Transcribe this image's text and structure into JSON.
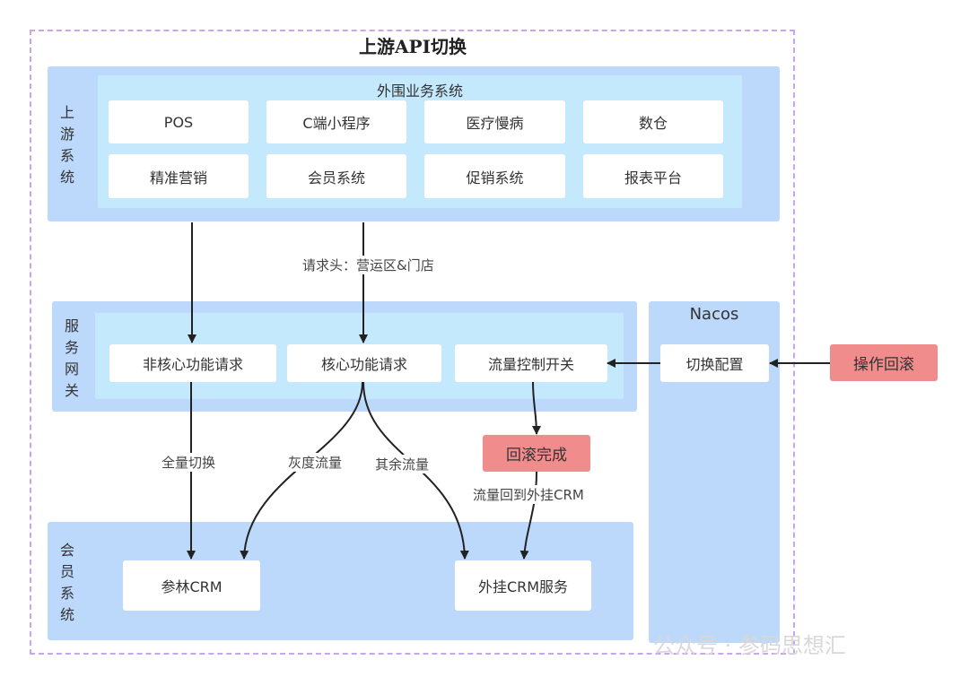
{
  "title": "上游API切换",
  "upstream": {
    "label_chars": [
      "上",
      "游",
      "系",
      "统"
    ],
    "sub_title": "外围业务系统",
    "items": [
      "POS",
      "C端小程序",
      "医疗慢病",
      "数仓",
      "精准营销",
      "会员系统",
      "促销系统",
      "报表平台"
    ]
  },
  "gateway": {
    "label_chars": [
      "服",
      "务",
      "网",
      "关"
    ],
    "items": [
      "非核心功能请求",
      "核心功能请求",
      "流量控制开关"
    ]
  },
  "nacos": {
    "title": "Nacos",
    "item": "切换配置"
  },
  "member": {
    "label_chars": [
      "会",
      "员",
      "系",
      "统"
    ],
    "items": [
      "参林CRM",
      "外挂CRM服务"
    ]
  },
  "actions": {
    "rollback_op": "操作回滚",
    "rollback_done": "回滚完成"
  },
  "edge_labels": {
    "request_header": "请求头：营运区&门店",
    "full_switch": "全量切换",
    "gray_traffic": "灰度流量",
    "other_traffic": "其余流量",
    "back_to_plugin": "流量回到外挂CRM"
  },
  "watermark": "公众号 · 参码思想汇"
}
